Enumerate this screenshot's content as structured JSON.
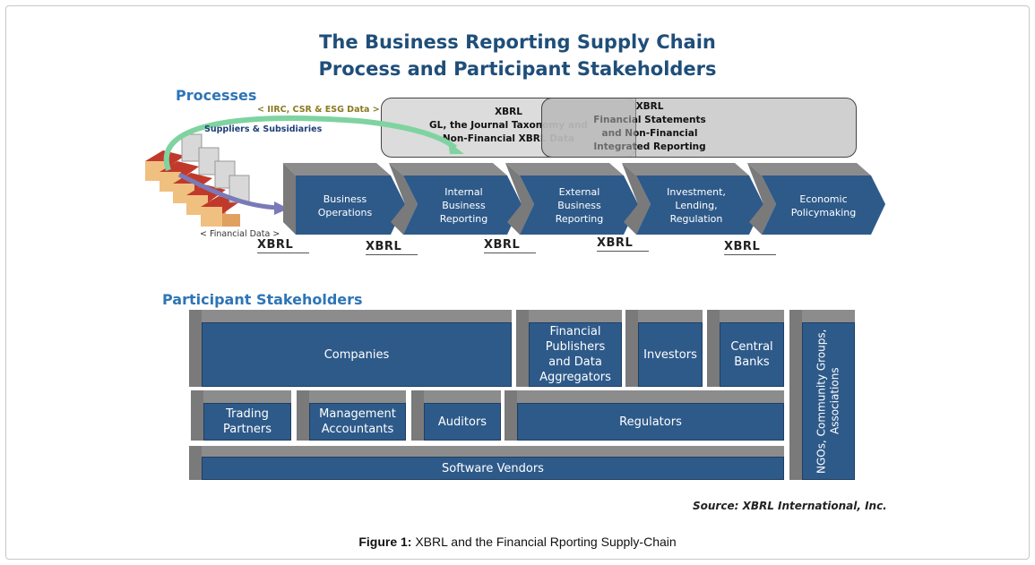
{
  "title": {
    "line1": "The Business Reporting Supply Chain",
    "line2": "Process and Participant Stakeholders"
  },
  "processes": {
    "heading": "Processes",
    "iirc_label": "< IIRC, CSR & ESG Data >",
    "suppliers_label": "Suppliers & Subsidiaries",
    "financial_data_label": "< Financial Data >",
    "xbrl_box_left": {
      "line1": "XBRL",
      "line2": "GL, the Journal Taxonomy and",
      "line3": "Non-Financial XBRL Data"
    },
    "xbrl_box_right": {
      "line1": "XBRL",
      "line2": "Financial Statements",
      "line3": "and Non-Financial",
      "line4": "Integrated Reporting"
    },
    "steps": [
      {
        "line1": "Business",
        "line2": "Operations",
        "line3": ""
      },
      {
        "line1": "Internal",
        "line2": "Business",
        "line3": "Reporting"
      },
      {
        "line1": "External",
        "line2": "Business",
        "line3": "Reporting"
      },
      {
        "line1": "Investment,",
        "line2": "Lending,",
        "line3": "Regulation"
      },
      {
        "line1": "Economic",
        "line2": "Policymaking",
        "line3": ""
      }
    ],
    "xbrl_logo_text": "XBRL"
  },
  "stakeholders": {
    "heading": "Participant Stakeholders",
    "companies": "Companies",
    "financial_publishers": {
      "line1": "Financial",
      "line2": "Publishers",
      "line3": "and Data",
      "line4": "Aggregators"
    },
    "investors": "Investors",
    "central_banks": {
      "line1": "Central",
      "line2": "Banks"
    },
    "ngos": {
      "line1": "NGOs, Community Groups,",
      "line2": "Associations"
    },
    "trading_partners": {
      "line1": "Trading",
      "line2": "Partners"
    },
    "management_accountants": {
      "line1": "Management",
      "line2": "Accountants"
    },
    "auditors": "Auditors",
    "regulators": "Regulators",
    "software_vendors": "Software Vendors"
  },
  "source": "Source: XBRL International, Inc.",
  "caption": {
    "label": "Figure 1:",
    "text": " XBRL and the Financial Rporting Supply-Chain"
  },
  "colors": {
    "title": "#1f4e79",
    "section": "#2e75b6",
    "box_face": "#2e5a8a",
    "box_edge": "#8c8c8c",
    "arrow_green": "#7fd3a0",
    "arrow_purple": "#7a7ab8"
  }
}
